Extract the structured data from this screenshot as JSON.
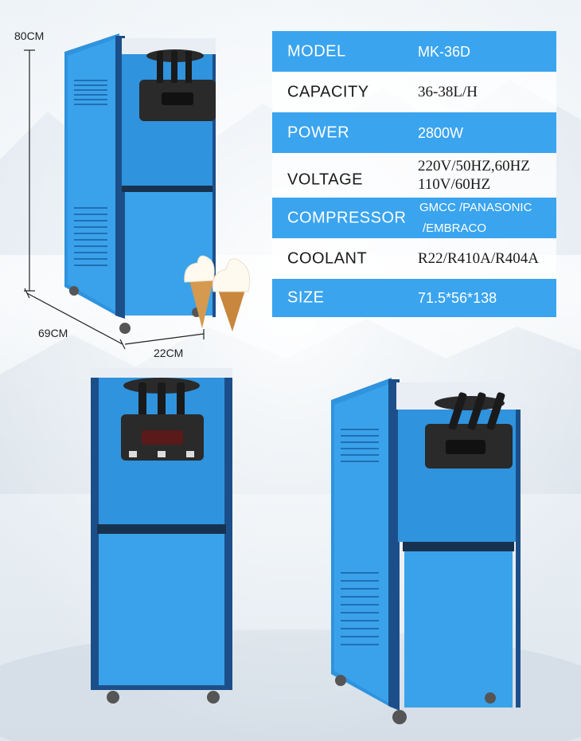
{
  "dimensions": {
    "height": "80CM",
    "depth": "69CM",
    "width": "22CM"
  },
  "specs": [
    {
      "label": "MODEL",
      "value": [
        "MK-36D"
      ],
      "style": "blue"
    },
    {
      "label": "CAPACITY",
      "value": [
        "36-38L/H"
      ],
      "style": "white"
    },
    {
      "label": "POWER",
      "value": [
        "2800W"
      ],
      "style": "blue"
    },
    {
      "label": "VOLTAGE",
      "value": [
        "220V/50HZ,60HZ",
        "110V/60HZ"
      ],
      "style": "white"
    },
    {
      "label": "COMPRESSOR",
      "value": [
        "GMCC /PANASONIC",
        "/EMBRACO"
      ],
      "style": "blue"
    },
    {
      "label": "COOLANT",
      "value": [
        "R22/R410A/R404A"
      ],
      "style": "white"
    },
    {
      "label": "SIZE",
      "value": [
        "71.5*56*138"
      ],
      "style": "blue"
    }
  ],
  "colors": {
    "accent": "#3aa4ef",
    "machine_blue": "#2f93de",
    "machine_dark": "#1c4f8a",
    "panel_black": "#2a2a2a"
  },
  "icons": [
    "ice-cream-cone-icon"
  ]
}
